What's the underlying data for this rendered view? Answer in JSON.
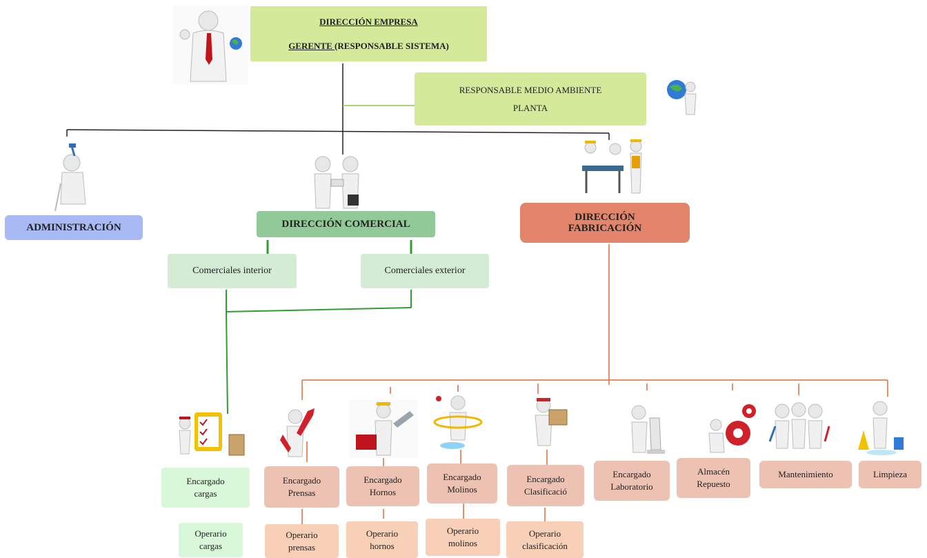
{
  "top": {
    "line1": "DIRECCIÓN EMPRESA",
    "line2_underlined": "GERENTE ",
    "line2_rest": " (RESPONSABLE SISTEMA)"
  },
  "environment": "RESPONSABLE MEDIO AMBIENTE\nPLANTA",
  "administration": "ADMINISTRACIÓN",
  "commercial": "DIRECCIÓN COMERCIAL",
  "manufacturing": "DIRECCIÓN\nFABRICACIÓN",
  "commercial_subs": [
    "Comerciales interior",
    "Comerciales exterior"
  ],
  "managers": [
    "Encargado\ncargas",
    "Encargado\nPrensas",
    "Encargado\nHornos",
    "Encargado\nMolinos",
    "Encargado\nClasificació",
    "Encargado\nLaboratorio",
    "Almacén\nRepuesto",
    "Mantenimiento",
    "Limpieza"
  ],
  "operators": [
    "Operario\ncargas",
    "Operario\nprensas",
    "Operario\nhornos",
    "Operario\nmolinos",
    "Operario\nclasificación"
  ],
  "colors": {
    "top": "#d4e99a",
    "administration": "#a9b9f3",
    "commercial": "#92c998",
    "manufacturing": "#e2856b",
    "green_line": "#2e9e2e",
    "orange_line": "#e06a3c"
  }
}
